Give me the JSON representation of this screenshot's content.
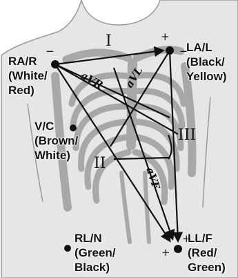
{
  "electrodes": {
    "ra": {
      "label": "RA/R\n(White/\nRed)"
    },
    "la": {
      "label": "LA/L\n(Black/\nYellow)"
    },
    "vc": {
      "label": "V/C\n(Brown/\nWhite)"
    },
    "rl": {
      "label": "RL/N\n(Green/\nBlack)"
    },
    "ll": {
      "label": "LL/F\n(Red/\nGreen)"
    }
  },
  "leads": {
    "I": "I",
    "II": "II",
    "III": "III",
    "aVR": "aVR",
    "aVL": "aVL",
    "aVF": "aVF"
  },
  "polarity": {
    "plus": "+",
    "minus": "−"
  },
  "colors": {
    "body_fill": "#e6e6e6",
    "outline": "#9a9a9a",
    "skeleton": "#a8a8a8",
    "line": "#111111"
  }
}
